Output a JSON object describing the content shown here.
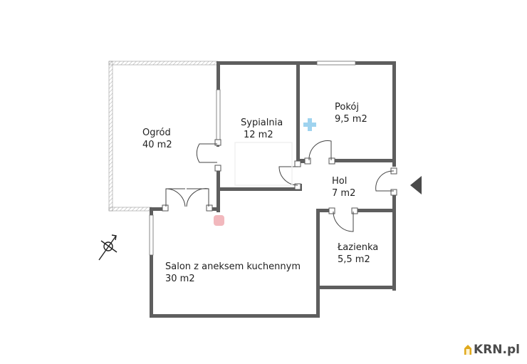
{
  "floorplan": {
    "rooms": [
      {
        "id": "ogrod",
        "name": "Ogród",
        "area": "40 m2"
      },
      {
        "id": "sypialnia",
        "name": "Sypialnia",
        "area": "12 m2"
      },
      {
        "id": "pokoj",
        "name": "Pokój",
        "area": "9,5 m2"
      },
      {
        "id": "hol",
        "name": "Hol",
        "area": "7 m2"
      },
      {
        "id": "lazienka",
        "name": "Łazienka",
        "area": "5,5 m2"
      },
      {
        "id": "salon",
        "name": "Salon z aneksem kuchennym",
        "area": "30 m2"
      }
    ],
    "colors": {
      "wall": "#5a5a5a",
      "wall_inner": "#7a7a7a",
      "garden_border": "#9a9a9a",
      "entrance_arrow": "#4a4a4a",
      "cross_mark": "#9fd3ef",
      "square_mark": "#f2b8bd"
    },
    "icons": {
      "entrance": "entrance-arrow-icon",
      "compass": "north-compass-icon"
    }
  },
  "brand": {
    "logo_text": "KRN.pl",
    "logo_icon_color": "#e0a91c"
  }
}
